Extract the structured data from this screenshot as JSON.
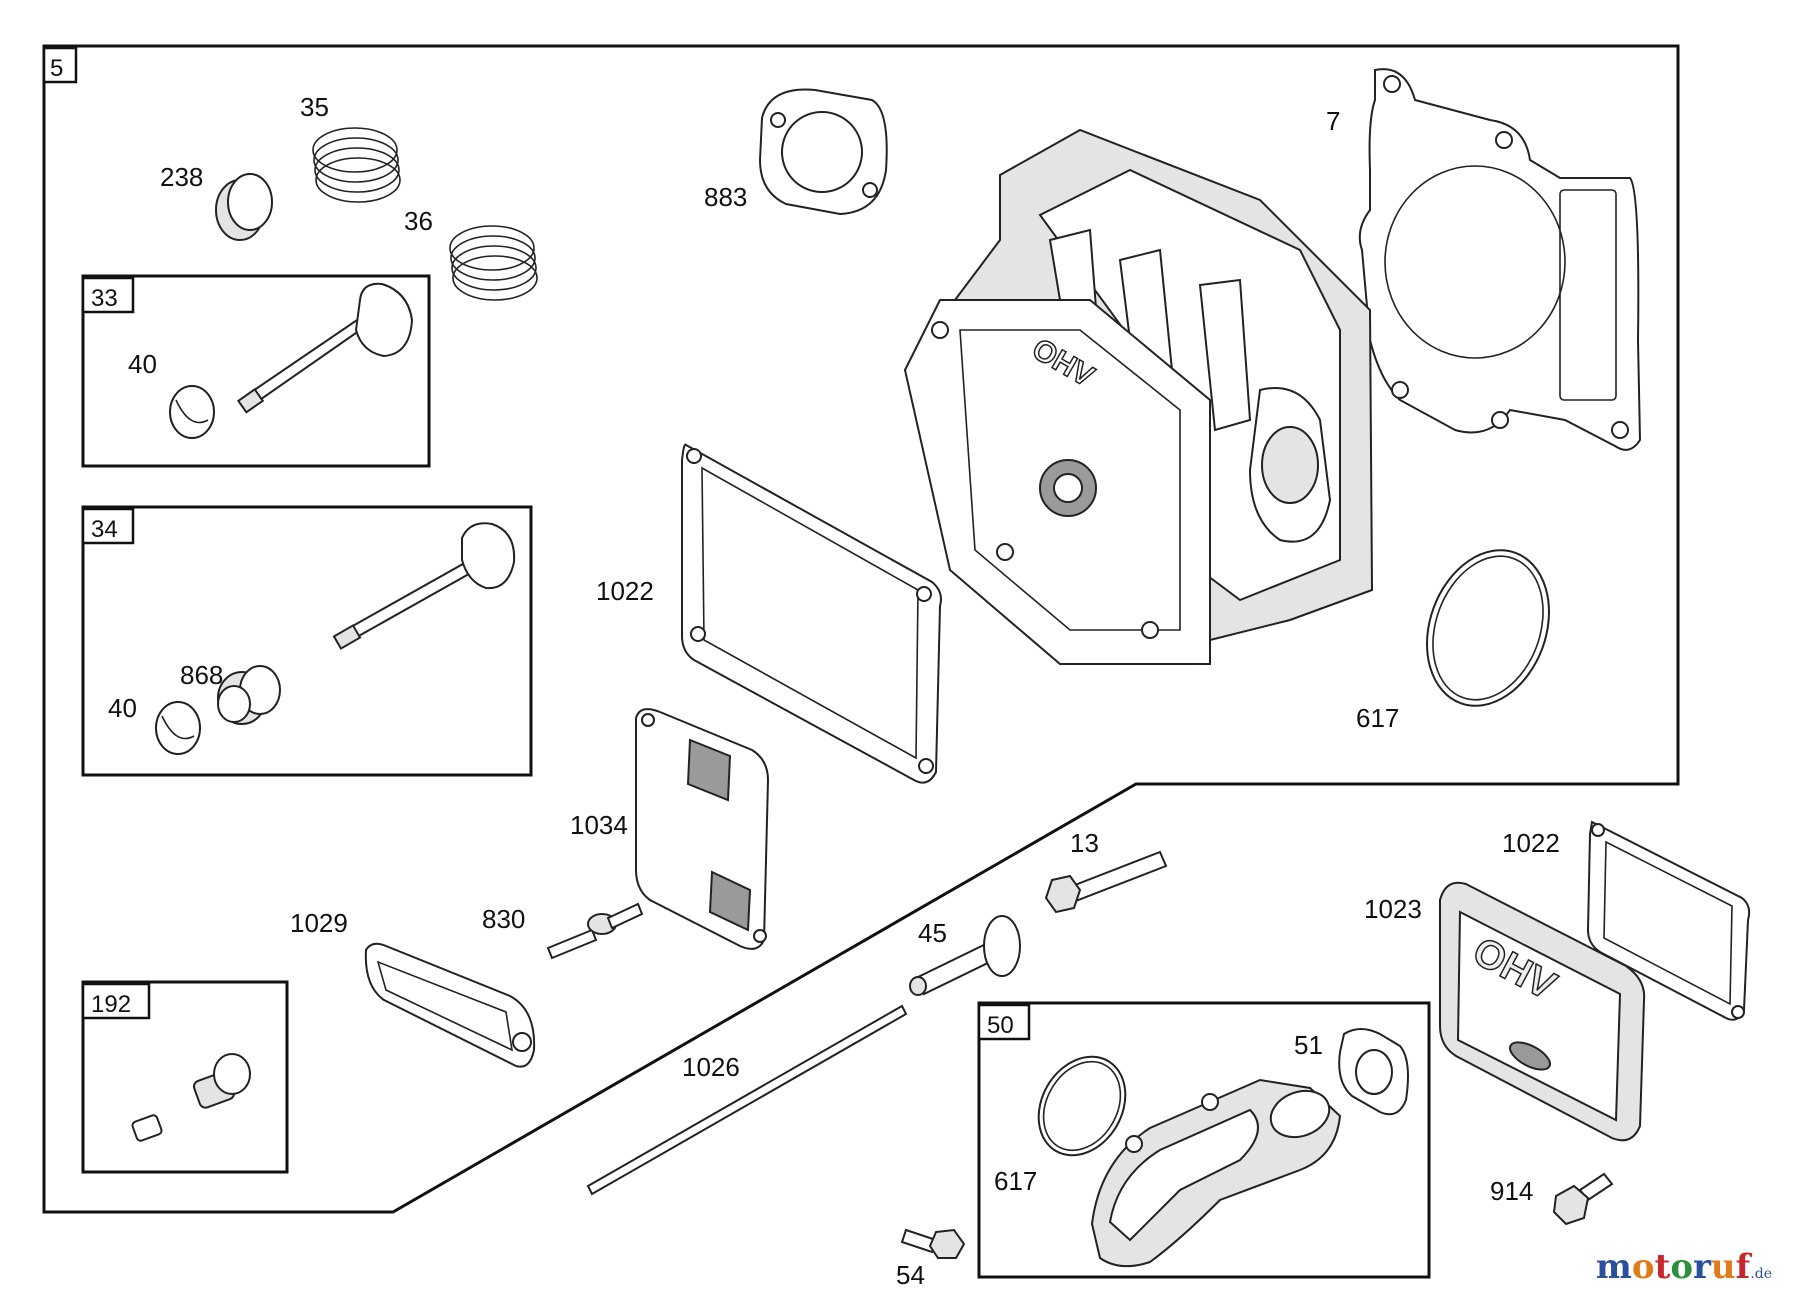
{
  "labels": {
    "l238": "238",
    "l35": "35",
    "l36": "36",
    "l883": "883",
    "l7": "7",
    "l40a": "40",
    "l40b": "40",
    "l868": "868",
    "l1022a": "1022",
    "l617a": "617",
    "l1034": "1034",
    "l830": "830",
    "l1029": "1029",
    "l13": "13",
    "l45": "45",
    "l1026": "1026",
    "l1022b": "1022",
    "l1023": "1023",
    "l51": "51",
    "l617b": "617",
    "l914": "914",
    "l54": "54"
  },
  "boxes": {
    "kit5": "5",
    "kit33": "33",
    "kit34": "34",
    "kit192": "192",
    "kit50": "50"
  },
  "cover_text": "OHV",
  "watermark": {
    "letters": [
      "m",
      "o",
      "t",
      "o",
      "r",
      "u",
      "f"
    ],
    "letter_colors": [
      "#2a4f9c",
      "#e07b1a",
      "#c8282d",
      "#2e8f3e",
      "#2a4f9c",
      "#e07b1a",
      "#c8282d"
    ],
    "suffix": ".de"
  }
}
